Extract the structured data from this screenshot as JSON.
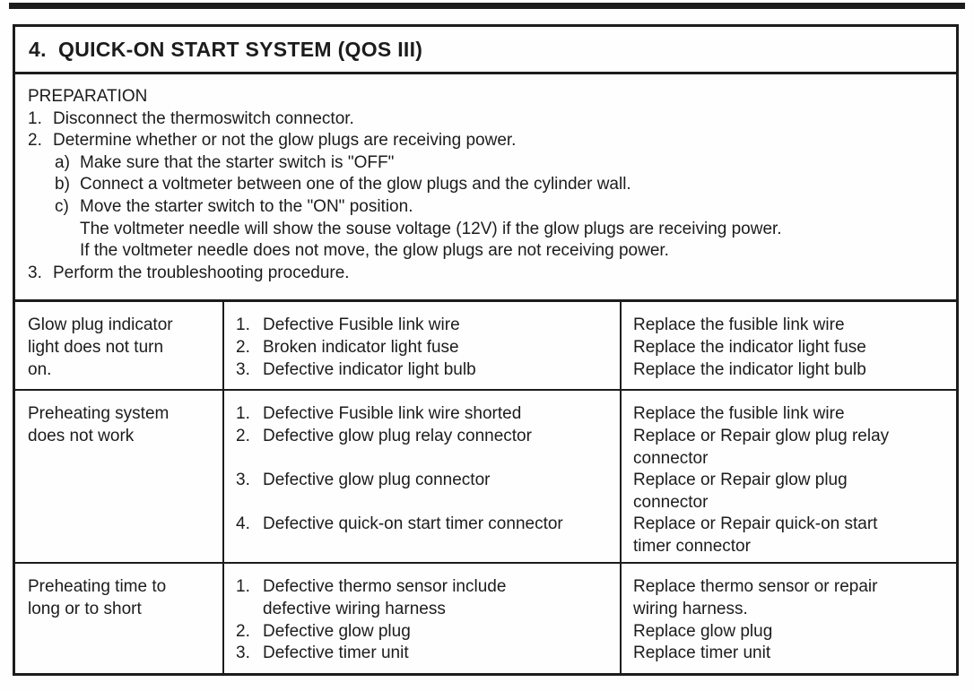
{
  "colors": {
    "ink": "#1c1c1c",
    "paper": "#fefefe"
  },
  "section": {
    "number": "4.",
    "title": "QUICK-ON START SYSTEM (QOS III)"
  },
  "preparation": {
    "heading": "PREPARATION",
    "lines": [
      {
        "label": "1.",
        "text": "Disconnect the thermoswitch connector.",
        "indent": 0
      },
      {
        "label": "2.",
        "text": "Determine whether or not the glow plugs are receiving power.",
        "indent": 0
      },
      {
        "label": "a)",
        "text": "Make sure that the starter switch is \"OFF\"",
        "indent": 1
      },
      {
        "label": "b)",
        "text": "Connect a voltmeter between one of the glow plugs and the cylinder wall.",
        "indent": 1
      },
      {
        "label": "c)",
        "text": "Move the starter switch to the \"ON\" position.",
        "indent": 1
      },
      {
        "label": "",
        "text": "The voltmeter needle will show the souse voltage (12V) if the glow plugs are receiving power.",
        "indent": 2
      },
      {
        "label": "",
        "text": "If the voltmeter needle does not move, the glow plugs are not receiving power.",
        "indent": 2
      },
      {
        "label": "3.",
        "text": "Perform the troubleshooting procedure.",
        "indent": 0
      }
    ]
  },
  "troubleshooting_table": {
    "rows": [
      {
        "symptom": "Glow plug indicator\nlight does not turn\non.",
        "entries": [
          {
            "num": "1.",
            "cause": "Defective Fusible link wire",
            "remedy": "Replace the fusible link wire"
          },
          {
            "num": "2.",
            "cause": "Broken indicator light fuse",
            "remedy": "Replace the indicator light fuse"
          },
          {
            "num": "3.",
            "cause": "Defective indicator light bulb",
            "remedy": "Replace the indicator light bulb"
          }
        ]
      },
      {
        "symptom": "Preheating system\ndoes not work",
        "entries": [
          {
            "num": "1.",
            "cause": "Defective Fusible link wire shorted",
            "remedy": "Replace the fusible link wire"
          },
          {
            "num": "2.",
            "cause": "Defective glow plug relay connector",
            "remedy": "Replace or Repair glow plug relay\nconnector"
          },
          {
            "num": "3.",
            "cause": "Defective glow plug connector",
            "remedy": "Replace or Repair glow plug\nconnector"
          },
          {
            "num": "4.",
            "cause": "Defective quick-on start timer connector",
            "remedy": "Replace or Repair quick-on start\ntimer connector"
          }
        ]
      },
      {
        "symptom": "Preheating time to\nlong or to short",
        "entries": [
          {
            "num": "1.",
            "cause": "Defective thermo sensor include\ndefective wiring harness",
            "remedy": "Replace thermo sensor or repair\nwiring harness."
          },
          {
            "num": "2.",
            "cause": "Defective glow plug",
            "remedy": "Replace glow plug"
          },
          {
            "num": "3.",
            "cause": "Defective timer unit",
            "remedy": "Replace timer unit"
          }
        ]
      }
    ]
  }
}
